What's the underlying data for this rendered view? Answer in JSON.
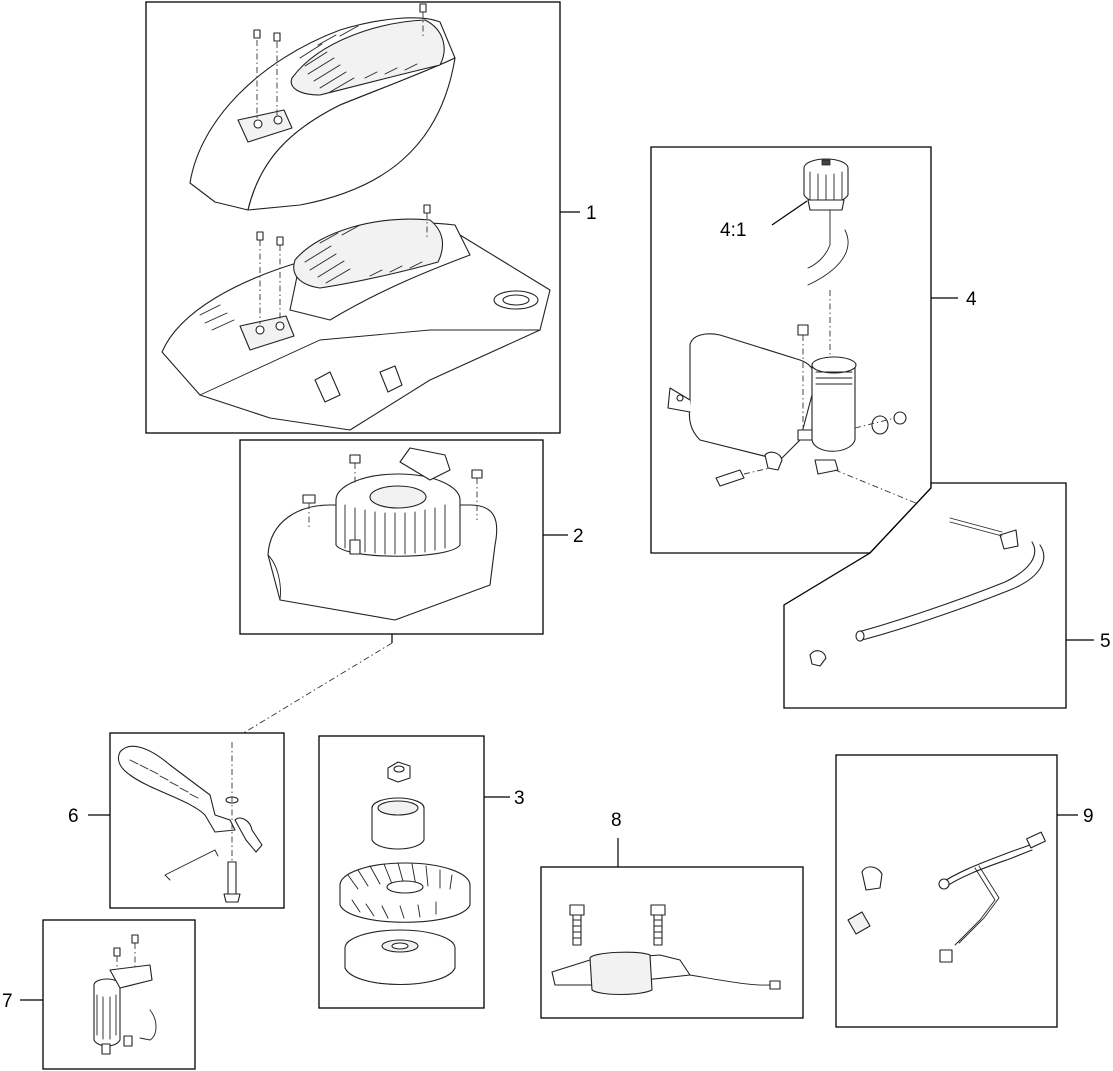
{
  "callouts": {
    "c1": "1",
    "c2": "2",
    "c3": "3",
    "c4": "4",
    "c4_1": "4:1",
    "c5": "5",
    "c6": "6",
    "c7": "7",
    "c8": "8",
    "c9": "9"
  }
}
